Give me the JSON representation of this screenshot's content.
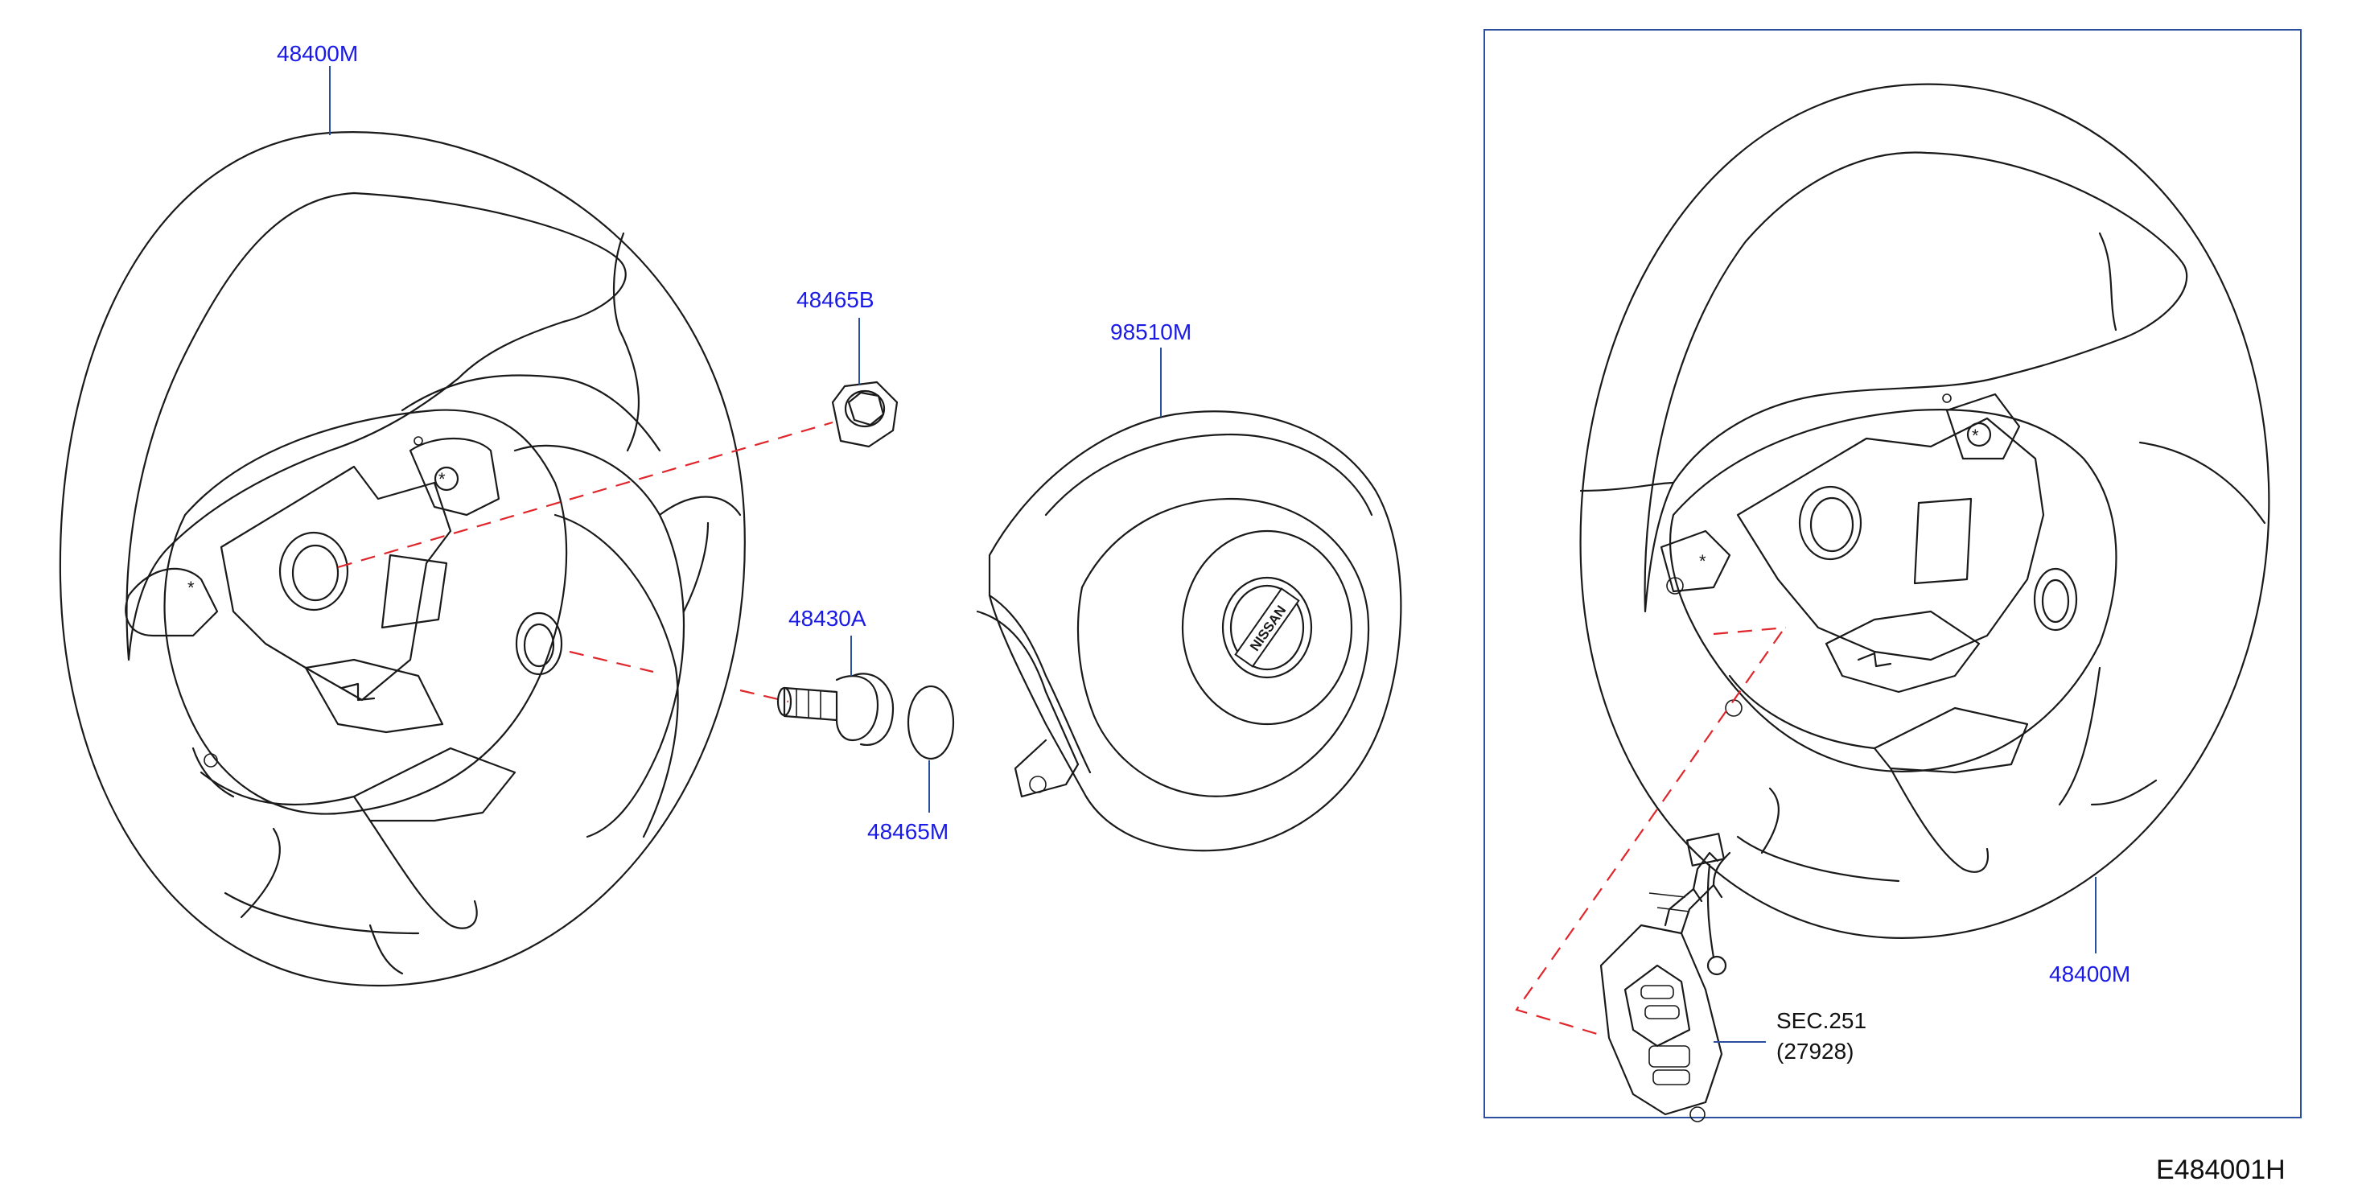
{
  "labels": {
    "wheel_left": "48400M",
    "nut": "48465B",
    "airbag": "98510M",
    "bolt": "48430A",
    "plug": "48465M",
    "wheel_right": "48400M",
    "switch_sec": "SEC.251",
    "switch_part": "(27928)",
    "diagram_code": "E484001H",
    "airbag_logo": "NISSAN"
  },
  "colors": {
    "part_number": "#1a1ae6",
    "leader": "#2b4f9e",
    "dashed": "#e0262b",
    "frame": "#2b4f9e",
    "outline": "#1a1a1a",
    "text": "#111111"
  }
}
